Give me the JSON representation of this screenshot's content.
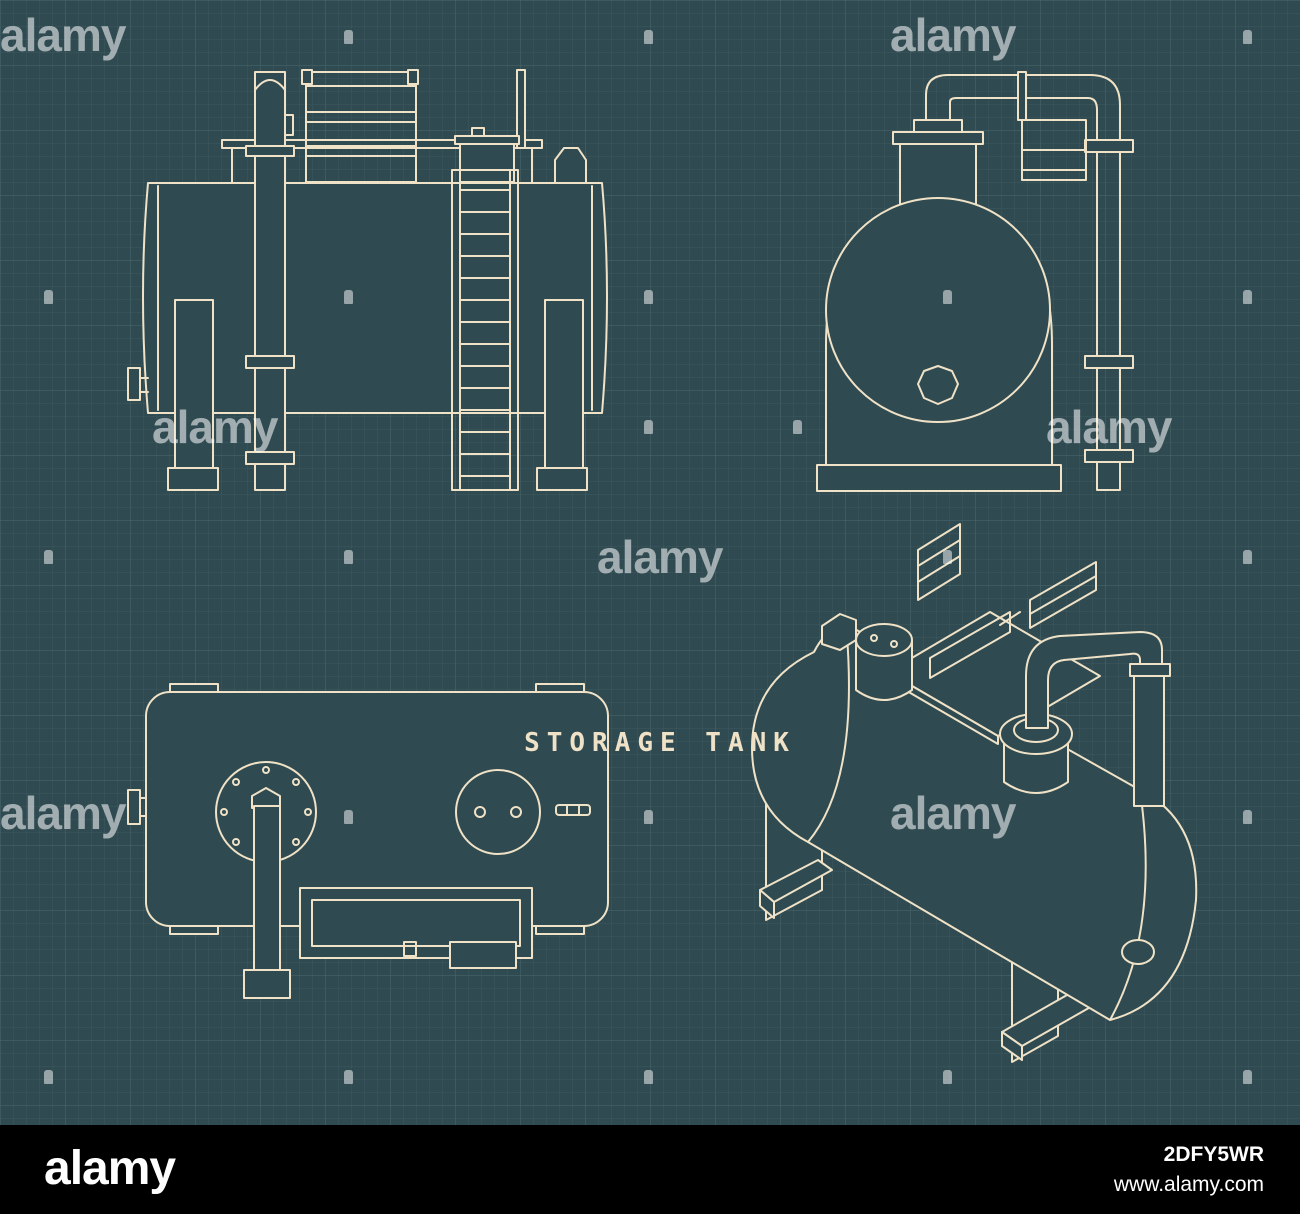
{
  "drawing": {
    "title": "STORAGE TANK",
    "colors": {
      "background": "#2f4b51",
      "line": "#f0e2c7",
      "footer": "#000000"
    },
    "views": [
      "side-elevation",
      "end-elevation",
      "top-plan",
      "isometric"
    ]
  },
  "watermark": {
    "text": "alamy"
  },
  "footer": {
    "logo": "alamy",
    "image_id": "2DFY5WR",
    "site": "www.alamy.com"
  }
}
